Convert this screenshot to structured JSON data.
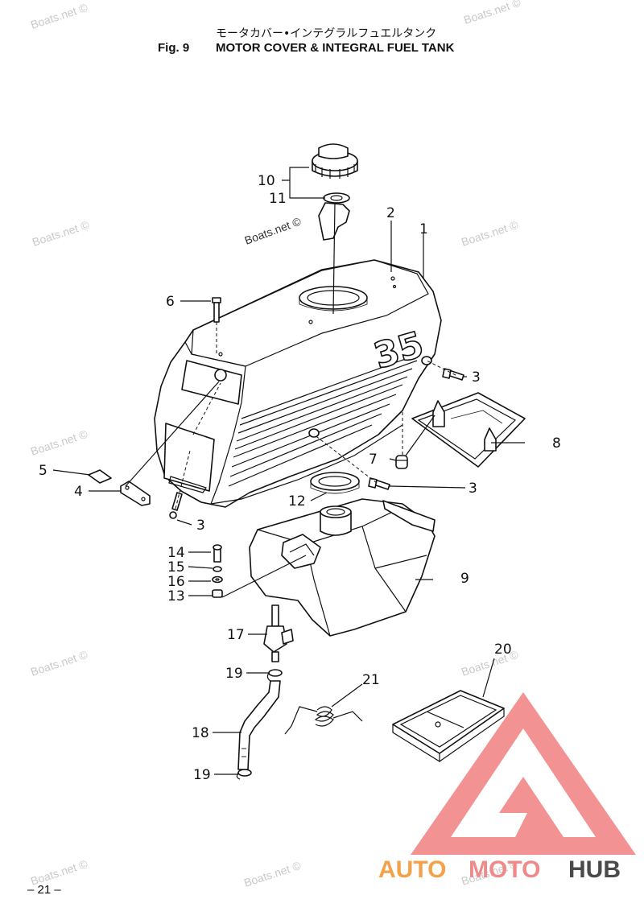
{
  "header": {
    "jp_title": "モータカバー•インテグラルフュエルタンク",
    "fig_label": "Fig. 9",
    "title": "MOTOR COVER & INTEGRAL FUEL TANK"
  },
  "page_number": "– 21 –",
  "watermark_text": "Boats.net ©",
  "cover_decal": "35",
  "logo": {
    "part1": "AUTO",
    "part2": "MOTO",
    "part3": "HUB",
    "colors": {
      "auto": "#f3a24a",
      "moto": "#ef8a8a",
      "hub": "#4a4a4a",
      "triangle": "#f17f7f"
    }
  },
  "callouts": [
    {
      "id": "c1",
      "label": "1"
    },
    {
      "id": "c2",
      "label": "2"
    },
    {
      "id": "c3a",
      "label": "3"
    },
    {
      "id": "c3b",
      "label": "3"
    },
    {
      "id": "c3c",
      "label": "3"
    },
    {
      "id": "c4",
      "label": "4"
    },
    {
      "id": "c5",
      "label": "5"
    },
    {
      "id": "c6",
      "label": "6"
    },
    {
      "id": "c7",
      "label": "7"
    },
    {
      "id": "c8",
      "label": "8"
    },
    {
      "id": "c9",
      "label": "9"
    },
    {
      "id": "c10",
      "label": "10"
    },
    {
      "id": "c11",
      "label": "11"
    },
    {
      "id": "c12",
      "label": "12"
    },
    {
      "id": "c13",
      "label": "13"
    },
    {
      "id": "c14",
      "label": "14"
    },
    {
      "id": "c15",
      "label": "15"
    },
    {
      "id": "c16",
      "label": "16"
    },
    {
      "id": "c17",
      "label": "17"
    },
    {
      "id": "c18",
      "label": "18"
    },
    {
      "id": "c19a",
      "label": "19"
    },
    {
      "id": "c19b",
      "label": "19"
    },
    {
      "id": "c20",
      "label": "20"
    },
    {
      "id": "c21",
      "label": "21"
    }
  ]
}
